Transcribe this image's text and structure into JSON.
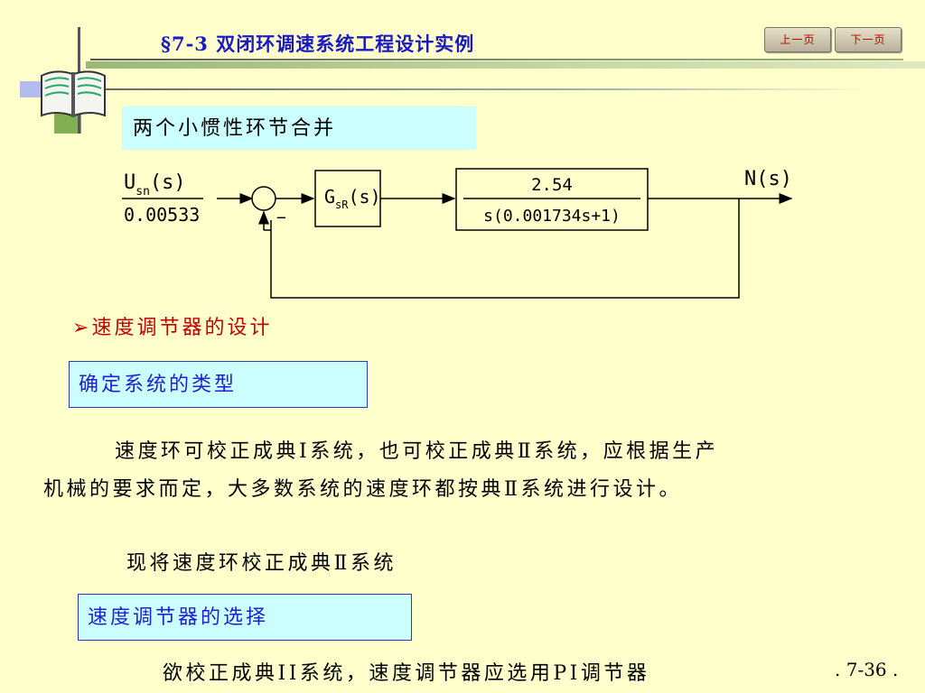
{
  "header": {
    "title": "§7-3  双闭环调速系统工程设计实例",
    "prev_button": "上一页",
    "next_button": "下一页"
  },
  "subtitle": "两个小惯性环节合并",
  "diagram": {
    "input_label": "U",
    "input_sub": "sn",
    "input_arg": "(s)",
    "input_denominator": "0.00533",
    "minus_sign": "−",
    "controller_label": "G",
    "controller_sub": "sR",
    "controller_arg": "(s)",
    "plant_numerator": "2.54",
    "plant_denominator": "s(0.001734s+1)",
    "output_label": "N(s)"
  },
  "section_heading": "速度调节器的设计",
  "box1": "确定系统的类型",
  "paragraph1_line1": "速度环可校正成典Ⅰ系统，也可校正成典Ⅱ系统，应根据生产",
  "paragraph1_line2": "机械的要求而定，大多数系统的速度环都按典Ⅱ系统进行设计。",
  "paragraph2": "现将速度环校正成典Ⅱ系统",
  "box2": "速度调节器的选择",
  "paragraph3": "欲校正成典ⅠⅠ系统，速度调节器应选用PI调节器",
  "page_number": ". 7-36 ."
}
